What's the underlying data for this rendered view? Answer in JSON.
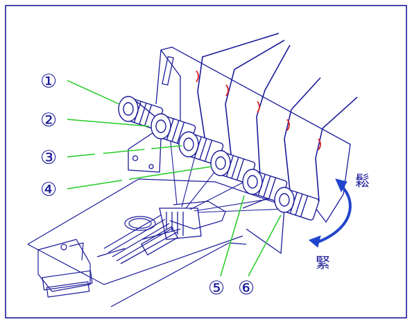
{
  "diagram": {
    "callouts": [
      {
        "id": "1",
        "label": "①"
      },
      {
        "id": "2",
        "label": "②"
      },
      {
        "id": "3",
        "label": "③"
      },
      {
        "id": "4",
        "label": "④"
      },
      {
        "id": "5",
        "label": "⑤"
      },
      {
        "id": "6",
        "label": "⑥"
      }
    ],
    "direction_loosen": "鬆",
    "direction_tighten": "緊",
    "colors": {
      "line": "#1a1a99",
      "leader": "#22cc22",
      "thread_guide": "#e02020",
      "arrow": "#2244cc"
    }
  }
}
